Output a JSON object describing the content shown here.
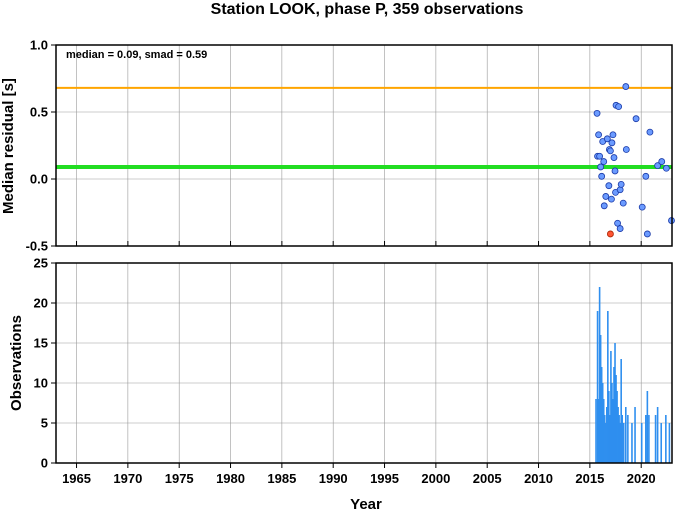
{
  "colors": {
    "grid": "#9a9a9a",
    "frame": "#000000",
    "median_line": "#22dd22",
    "smad_line": "#ffa500",
    "point_fill": "#6b9bff",
    "point_stroke": "#1a3aa8",
    "outlier_fill": "#ff5533",
    "bar": "#2f8fef"
  },
  "chart_data": [
    {
      "type": "scatter",
      "title": "Station LOOK, phase P, 359 observations",
      "annotation": "median = 0.09, smad = 0.59",
      "xlabel": "",
      "ylabel": "Median residual [s]",
      "xlim": [
        1963,
        2023
      ],
      "ylim": [
        -0.5,
        1.0
      ],
      "yticks": [
        -0.5,
        0.0,
        0.5,
        1.0
      ],
      "ytick_labels": [
        "-0.5",
        "0.0",
        "0.5",
        "1.0"
      ],
      "grid": true,
      "reference_lines": [
        {
          "kind": "median",
          "y": 0.09
        },
        {
          "kind": "smad",
          "y": 0.68
        }
      ],
      "points": [
        {
          "x": 2015.7,
          "y": 0.49
        },
        {
          "x": 2015.75,
          "y": 0.17
        },
        {
          "x": 2015.85,
          "y": 0.33
        },
        {
          "x": 2015.95,
          "y": 0.17
        },
        {
          "x": 2016.05,
          "y": 0.09
        },
        {
          "x": 2016.15,
          "y": 0.02
        },
        {
          "x": 2016.25,
          "y": 0.28
        },
        {
          "x": 2016.35,
          "y": 0.13
        },
        {
          "x": 2016.4,
          "y": -0.2
        },
        {
          "x": 2016.55,
          "y": -0.13
        },
        {
          "x": 2016.7,
          "y": 0.3
        },
        {
          "x": 2016.85,
          "y": -0.05
        },
        {
          "x": 2016.9,
          "y": 0.22
        },
        {
          "x": 2017.0,
          "y": 0.21
        },
        {
          "x": 2017.1,
          "y": -0.15
        },
        {
          "x": 2017.15,
          "y": 0.27
        },
        {
          "x": 2017.25,
          "y": 0.33
        },
        {
          "x": 2017.35,
          "y": 0.16
        },
        {
          "x": 2017.45,
          "y": 0.06
        },
        {
          "x": 2017.5,
          "y": -0.1
        },
        {
          "x": 2017.55,
          "y": 0.55
        },
        {
          "x": 2017.7,
          "y": -0.33
        },
        {
          "x": 2017.8,
          "y": 0.54
        },
        {
          "x": 2017.95,
          "y": -0.37
        },
        {
          "x": 2017.95,
          "y": -0.08
        },
        {
          "x": 2018.05,
          "y": -0.04
        },
        {
          "x": 2018.25,
          "y": -0.18
        },
        {
          "x": 2018.55,
          "y": 0.22
        },
        {
          "x": 2018.5,
          "y": 0.69
        },
        {
          "x": 2019.5,
          "y": 0.45
        },
        {
          "x": 2020.1,
          "y": -0.21
        },
        {
          "x": 2020.45,
          "y": 0.02
        },
        {
          "x": 2020.6,
          "y": -0.41
        },
        {
          "x": 2020.85,
          "y": 0.35
        },
        {
          "x": 2021.6,
          "y": 0.1
        },
        {
          "x": 2022.0,
          "y": 0.13
        },
        {
          "x": 2022.45,
          "y": 0.08
        },
        {
          "x": 2022.95,
          "y": -0.31
        }
      ],
      "outliers": [
        {
          "x": 2017.0,
          "y": -0.41
        }
      ]
    },
    {
      "type": "bar",
      "title": "",
      "xlabel": "Year",
      "ylabel": "Observations",
      "xlim": [
        1963,
        2023
      ],
      "ylim": [
        0,
        25
      ],
      "yticks": [
        0,
        5,
        10,
        15,
        20,
        25
      ],
      "ytick_labels": [
        "0",
        "5",
        "10",
        "15",
        "20",
        "25"
      ],
      "xticks": [
        1965,
        1970,
        1975,
        1980,
        1985,
        1990,
        1995,
        2000,
        2005,
        2010,
        2015,
        2020
      ],
      "xtick_labels": [
        "1965",
        "1970",
        "1975",
        "1980",
        "1985",
        "1990",
        "1995",
        "2000",
        "2005",
        "2010",
        "2015",
        "2020"
      ],
      "grid": true,
      "bars": [
        {
          "x": 2015.6,
          "v": 8
        },
        {
          "x": 2015.75,
          "v": 19
        },
        {
          "x": 2015.85,
          "v": 8
        },
        {
          "x": 2015.95,
          "v": 22
        },
        {
          "x": 2016.05,
          "v": 16
        },
        {
          "x": 2016.15,
          "v": 12
        },
        {
          "x": 2016.25,
          "v": 10
        },
        {
          "x": 2016.35,
          "v": 8
        },
        {
          "x": 2016.45,
          "v": 6
        },
        {
          "x": 2016.55,
          "v": 5
        },
        {
          "x": 2016.65,
          "v": 7
        },
        {
          "x": 2016.75,
          "v": 19
        },
        {
          "x": 2016.85,
          "v": 9
        },
        {
          "x": 2016.95,
          "v": 6
        },
        {
          "x": 2017.05,
          "v": 14
        },
        {
          "x": 2017.15,
          "v": 10
        },
        {
          "x": 2017.25,
          "v": 8
        },
        {
          "x": 2017.35,
          "v": 12
        },
        {
          "x": 2017.45,
          "v": 15
        },
        {
          "x": 2017.55,
          "v": 11
        },
        {
          "x": 2017.65,
          "v": 9
        },
        {
          "x": 2017.75,
          "v": 7
        },
        {
          "x": 2017.85,
          "v": 6
        },
        {
          "x": 2017.95,
          "v": 5
        },
        {
          "x": 2018.05,
          "v": 13
        },
        {
          "x": 2018.15,
          "v": 6
        },
        {
          "x": 2018.3,
          "v": 5
        },
        {
          "x": 2018.5,
          "v": 7
        },
        {
          "x": 2018.7,
          "v": 6
        },
        {
          "x": 2019.1,
          "v": 5
        },
        {
          "x": 2019.4,
          "v": 7
        },
        {
          "x": 2020.05,
          "v": 5
        },
        {
          "x": 2020.45,
          "v": 6
        },
        {
          "x": 2020.6,
          "v": 9
        },
        {
          "x": 2020.75,
          "v": 6
        },
        {
          "x": 2021.4,
          "v": 6
        },
        {
          "x": 2021.6,
          "v": 7
        },
        {
          "x": 2021.95,
          "v": 5
        },
        {
          "x": 2022.4,
          "v": 6
        },
        {
          "x": 2022.75,
          "v": 5
        }
      ]
    }
  ]
}
